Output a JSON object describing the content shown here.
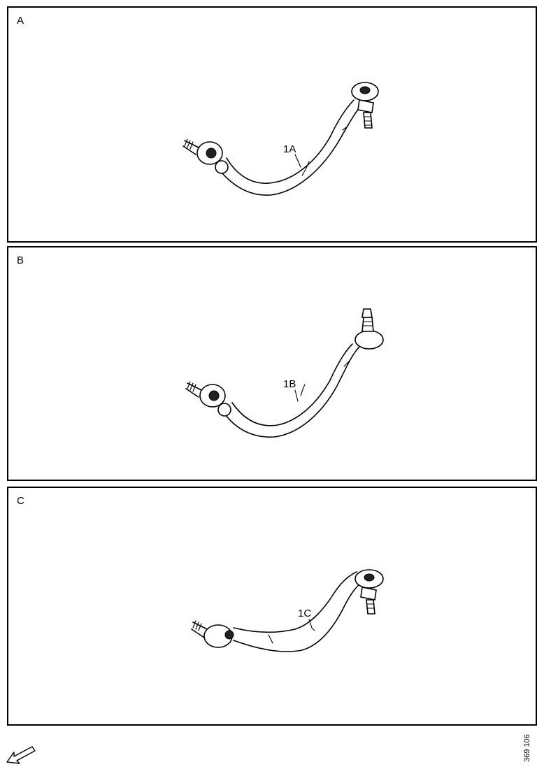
{
  "panels": [
    {
      "letter": "A",
      "callout": "1A"
    },
    {
      "letter": "B",
      "callout": "1B"
    },
    {
      "letter": "C",
      "callout": "1C"
    }
  ],
  "doc_ref": "369 106",
  "icons": {
    "direction_arrow": "front-arrow-icon"
  }
}
